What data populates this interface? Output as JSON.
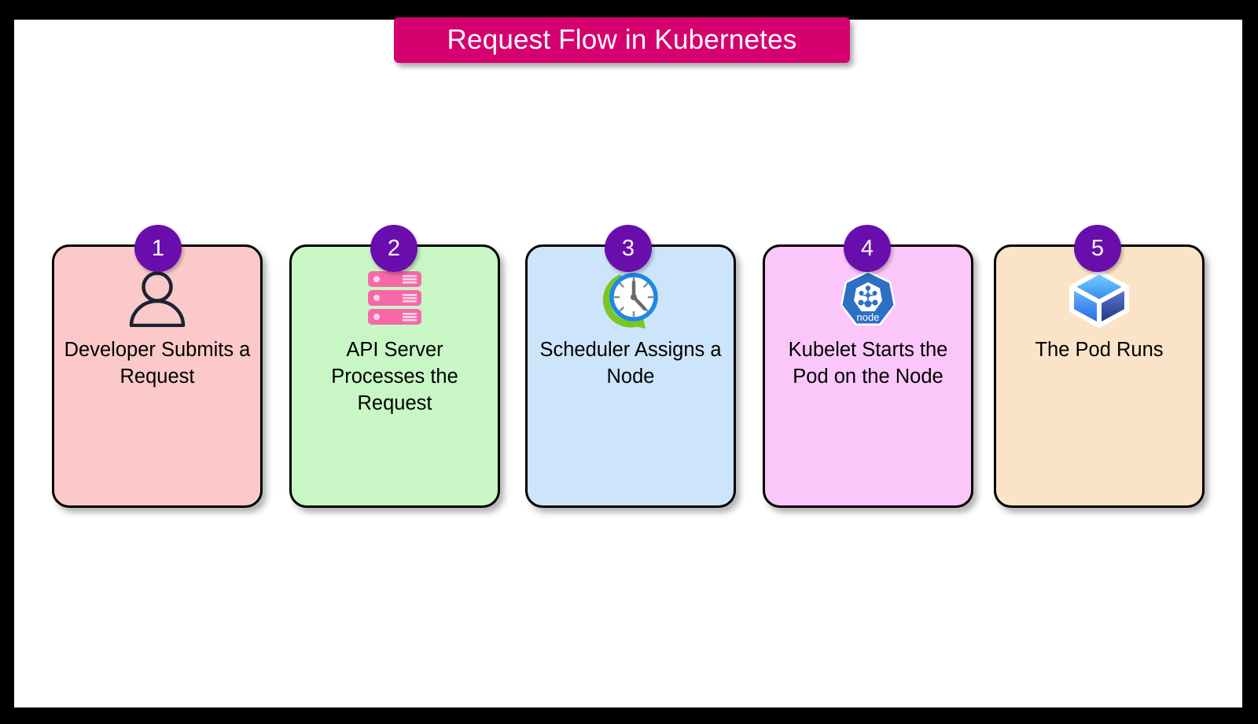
{
  "page": {
    "background_color": "#000000",
    "canvas_color": "#ffffff"
  },
  "title": {
    "text": "Request Flow in Kubernetes",
    "background_color": "#D6006E",
    "text_color": "#ffffff"
  },
  "badge_style": {
    "background_color": "#6A0DAD",
    "text_color": "#ffffff"
  },
  "steps": [
    {
      "number": "1",
      "label": "Developer Submits a Request",
      "icon": "person-icon",
      "card_color": "#FBC9C9",
      "border_color": "#000000",
      "icon_color": "#1C2333"
    },
    {
      "number": "2",
      "label": "API Server Processes the Request",
      "icon": "server-rack-icon",
      "card_color": "#C8F7C5",
      "border_color": "#000000",
      "icon_color": "#F768A8"
    },
    {
      "number": "3",
      "label": "Scheduler Assigns a Node",
      "icon": "clock-refresh-icon",
      "card_color": "#CCE5FA",
      "border_color": "#000000",
      "icon_color": "#1E88E5"
    },
    {
      "number": "4",
      "label": "Kubelet Starts the Pod on the Node",
      "icon": "kubernetes-node-icon",
      "card_color": "#FBC7FB",
      "border_color": "#000000",
      "icon_color": "#2C6FC4",
      "icon_caption": "node"
    },
    {
      "number": "5",
      "label": "The Pod Runs",
      "icon": "cube-icon",
      "card_color": "#FBE3C7",
      "border_color": "#000000",
      "icon_color": "#2F86E8"
    }
  ]
}
